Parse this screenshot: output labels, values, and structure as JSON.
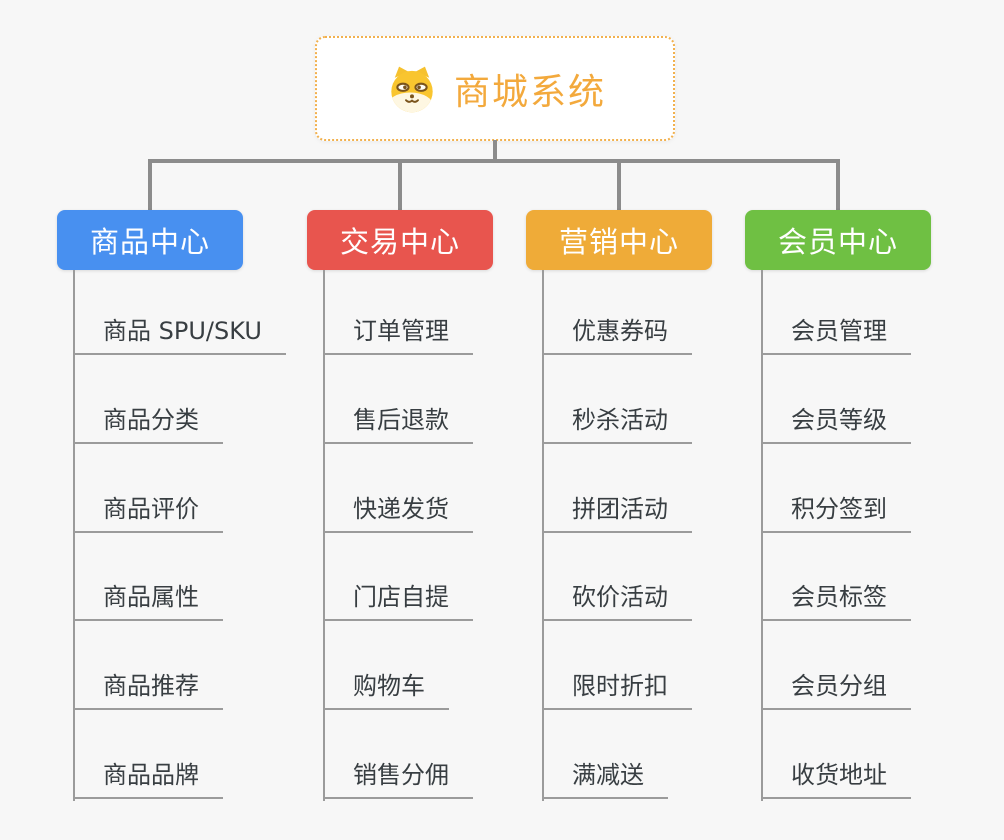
{
  "diagram_type": "mindmap-org-chart",
  "background_color": "#F7F7F7",
  "connector_color": "#8C8C8C",
  "underline_color": "#9B9B9B",
  "leaf_text_color": "#383E42",
  "root": {
    "title": "商城系统",
    "icon": "dog-face-icon",
    "text_color": "#F3A93C",
    "border_color": "#F2B14E",
    "background": "#FFFFFF"
  },
  "branches": [
    {
      "label": "商品中心",
      "color": "#4890F0",
      "children": [
        "商品 SPU/SKU",
        "商品分类",
        "商品评价",
        "商品属性",
        "商品推荐",
        "商品品牌"
      ]
    },
    {
      "label": "交易中心",
      "color": "#E8554E",
      "children": [
        "订单管理",
        "售后退款",
        "快递发货",
        "门店自提",
        "购物车",
        "销售分佣"
      ]
    },
    {
      "label": "营销中心",
      "color": "#EFAB38",
      "children": [
        "优惠券码",
        "秒杀活动",
        "拼团活动",
        "砍价活动",
        "限时折扣",
        "满减送"
      ]
    },
    {
      "label": "会员中心",
      "color": "#6FC043",
      "children": [
        "会员管理",
        "会员等级",
        "积分签到",
        "会员标签",
        "会员分组",
        "收货地址"
      ]
    }
  ]
}
